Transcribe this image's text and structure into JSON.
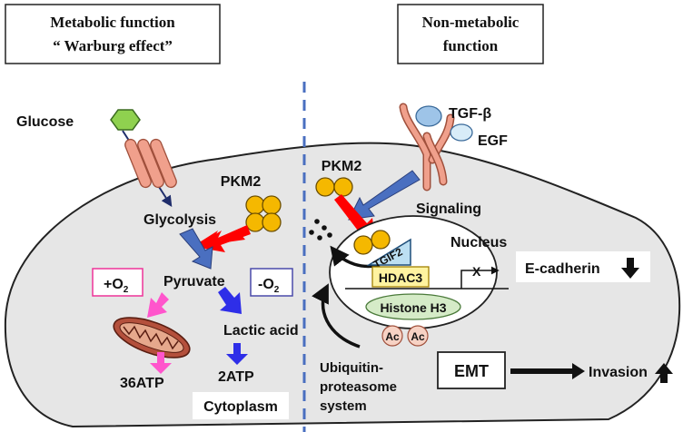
{
  "left_panel": {
    "title_line1": "Metabolic function",
    "title_line2": "“ Warburg effect”",
    "glucose": "Glucose",
    "pkm2": "PKM2",
    "glycolysis": "Glycolysis",
    "pyruvate": "Pyruvate",
    "plus_o2": "+O",
    "plus_o2_sub": "2",
    "minus_o2": "-O",
    "minus_o2_sub": "2",
    "lactic_acid": "Lactic acid",
    "atp_36": "36ATP",
    "atp_2": "2ATP",
    "cytoplasm": "Cytoplasm"
  },
  "right_panel": {
    "title_line1": "Non-metabolic",
    "title_line2": "function",
    "tgf_beta": "TGF-β",
    "egf": "EGF",
    "pkm2": "PKM2",
    "signaling": "Signaling",
    "nucleus": "Nucleus",
    "tgif2": "TGIF2",
    "x_mark": "X",
    "hdac3": "HDAC3",
    "histone": "Histone H3",
    "ac1": "Ac",
    "ac2": "Ac",
    "e_cadherin": "E-cadherin",
    "ubiquitin_1": "Ubiquitin-",
    "ubiquitin_2": "proteasome",
    "ubiquitin_3": "system",
    "emt": "EMT",
    "invasion": "Invasion"
  },
  "colors": {
    "cell_fill": "#e6e6e6",
    "pkm2_yellow": "#f5b800",
    "glucose_green": "#8fd14f",
    "receptor_salmon": "#f0a08c",
    "red_arrow": "#ff0000",
    "blue_arrow": "#4a6fc0",
    "violet_arrow": "#2e2ee8",
    "pink_arrow": "#ff55cc",
    "divider": "#4a6fc0",
    "hdac3_fill": "#fff3a0",
    "histone_fill": "#d5ebc7",
    "ac_fill": "#f7d2c4"
  }
}
